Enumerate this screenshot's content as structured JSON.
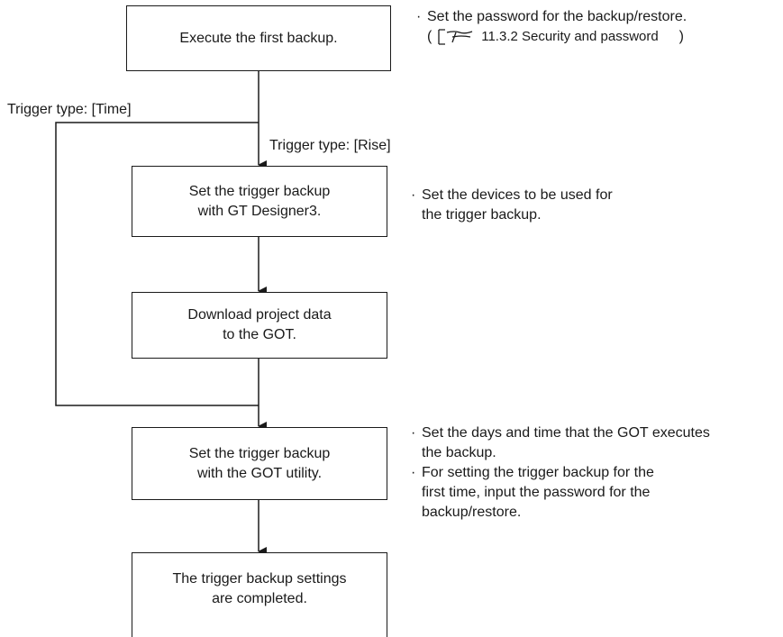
{
  "steps": [
    {
      "lines": [
        "Execute the first backup."
      ]
    },
    {
      "lines": [
        "Set the trigger backup",
        "with GT Designer3."
      ]
    },
    {
      "lines": [
        "Download project data",
        "to the GOT."
      ]
    },
    {
      "lines": [
        "Set the trigger backup",
        "with the GOT utility."
      ]
    },
    {
      "lines": [
        "The trigger backup settings",
        "are completed."
      ]
    }
  ],
  "notes": {
    "step1": {
      "bullet": "·",
      "line1": "Set the password for the backup/restore.",
      "ref_open": "(",
      "ref_text": "11.3.2 Security and password",
      "ref_close": ")",
      "ref_icon": "manual-reference-icon"
    },
    "step2": {
      "bullet": "·",
      "line1": "Set the devices to be used for",
      "line2": "the trigger backup."
    },
    "step4": {
      "items": [
        {
          "bullet": "·",
          "lines": [
            "Set the days and time that the GOT executes",
            "the backup."
          ]
        },
        {
          "bullet": "·",
          "lines": [
            "For setting the trigger backup for the",
            "first time, input the password for the",
            "backup/restore."
          ]
        }
      ]
    }
  },
  "labels": {
    "trigger_time": "Trigger type: [Time]",
    "trigger_rise": "Trigger type: [Rise]"
  }
}
